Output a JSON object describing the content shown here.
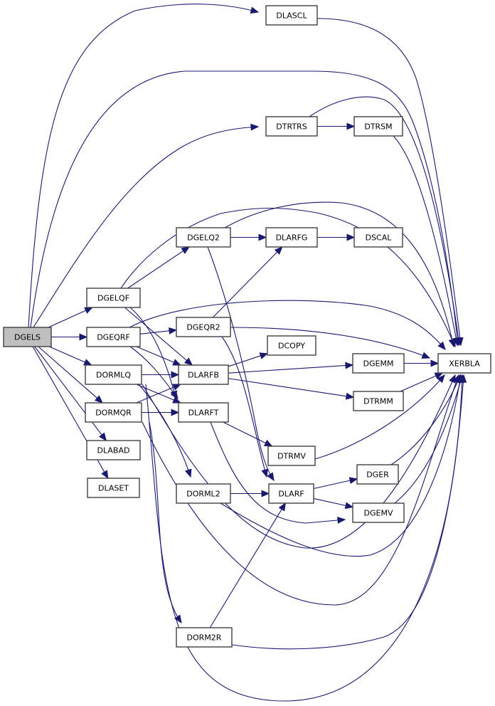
{
  "diagram": {
    "type": "call-graph",
    "root": "DGELS",
    "colors": {
      "edge": "#191970",
      "root_fill": "#bfbfbf",
      "node_fill": "#ffffff",
      "node_border": "#404040"
    },
    "nodes": [
      {
        "id": "DGELS",
        "label": "DGELS"
      },
      {
        "id": "DLASCL",
        "label": "DLASCL"
      },
      {
        "id": "DTRTRS",
        "label": "DTRTRS"
      },
      {
        "id": "DTRSM",
        "label": "DTRSM"
      },
      {
        "id": "DGELQ2",
        "label": "DGELQ2"
      },
      {
        "id": "DLARFG",
        "label": "DLARFG"
      },
      {
        "id": "DSCAL",
        "label": "DSCAL"
      },
      {
        "id": "DGELQF",
        "label": "DGELQF"
      },
      {
        "id": "DGEQRF",
        "label": "DGEQRF"
      },
      {
        "id": "DGEQR2",
        "label": "DGEQR2"
      },
      {
        "id": "DCOPY",
        "label": "DCOPY"
      },
      {
        "id": "DORMLQ",
        "label": "DORMLQ"
      },
      {
        "id": "DLARFB",
        "label": "DLARFB"
      },
      {
        "id": "DGEMM",
        "label": "DGEMM"
      },
      {
        "id": "XERBLA",
        "label": "XERBLA"
      },
      {
        "id": "DORMQR",
        "label": "DORMQR"
      },
      {
        "id": "DLARFT",
        "label": "DLARFT"
      },
      {
        "id": "DTRMM",
        "label": "DTRMM"
      },
      {
        "id": "DLABAD",
        "label": "DLABAD"
      },
      {
        "id": "DTRMV",
        "label": "DTRMV"
      },
      {
        "id": "DGER",
        "label": "DGER"
      },
      {
        "id": "DLASET",
        "label": "DLASET"
      },
      {
        "id": "DORML2",
        "label": "DORML2"
      },
      {
        "id": "DLARF",
        "label": "DLARF"
      },
      {
        "id": "DGEMV",
        "label": "DGEMV"
      },
      {
        "id": "DORM2R",
        "label": "DORM2R"
      }
    ],
    "edges": [
      [
        "DGELS",
        "DLASCL"
      ],
      [
        "DGELS",
        "XERBLA"
      ],
      [
        "DGELS",
        "DTRTRS"
      ],
      [
        "DGELS",
        "DGELQF"
      ],
      [
        "DGELS",
        "DGEQRF"
      ],
      [
        "DGELS",
        "DORMLQ"
      ],
      [
        "DGELS",
        "DORMQR"
      ],
      [
        "DGELS",
        "DLABAD"
      ],
      [
        "DGELS",
        "DLASET"
      ],
      [
        "DLASCL",
        "XERBLA"
      ],
      [
        "DTRTRS",
        "DTRSM"
      ],
      [
        "DTRTRS",
        "XERBLA"
      ],
      [
        "DTRSM",
        "XERBLA"
      ],
      [
        "DGELQF",
        "DGELQ2"
      ],
      [
        "DGELQF",
        "XERBLA"
      ],
      [
        "DGELQF",
        "DLARFB"
      ],
      [
        "DGELQF",
        "DLARFT"
      ],
      [
        "DGELQ2",
        "DLARFG"
      ],
      [
        "DGELQ2",
        "XERBLA"
      ],
      [
        "DGELQ2",
        "DLARF"
      ],
      [
        "DLARFG",
        "DSCAL"
      ],
      [
        "DGEQRF",
        "DGEQR2"
      ],
      [
        "DGEQRF",
        "XERBLA"
      ],
      [
        "DGEQRF",
        "DLARFB"
      ],
      [
        "DGEQRF",
        "DLARFT"
      ],
      [
        "DGEQR2",
        "DLARFG"
      ],
      [
        "DGEQR2",
        "XERBLA"
      ],
      [
        "DGEQR2",
        "DLARF"
      ],
      [
        "DORMLQ",
        "DLARFB"
      ],
      [
        "DORMLQ",
        "DLARFT"
      ],
      [
        "DORMLQ",
        "DORML2"
      ],
      [
        "DORMLQ",
        "XERBLA"
      ],
      [
        "DORMQR",
        "DLARFB"
      ],
      [
        "DORMQR",
        "DLARFT"
      ],
      [
        "DORMQR",
        "DORM2R"
      ],
      [
        "DORMQR",
        "XERBLA"
      ],
      [
        "DLARFB",
        "DCOPY"
      ],
      [
        "DLARFB",
        "DGEMM"
      ],
      [
        "DLARFB",
        "DTRMM"
      ],
      [
        "DGEMM",
        "XERBLA"
      ],
      [
        "DTRMM",
        "XERBLA"
      ],
      [
        "DLARFT",
        "DTRMV"
      ],
      [
        "DLARFT",
        "DGEMV"
      ],
      [
        "DTRMV",
        "XERBLA"
      ],
      [
        "DORML2",
        "DLARF"
      ],
      [
        "DORML2",
        "XERBLA"
      ],
      [
        "DLARF",
        "DGER"
      ],
      [
        "DLARF",
        "DGEMV"
      ],
      [
        "DGER",
        "XERBLA"
      ],
      [
        "DGEMV",
        "XERBLA"
      ],
      [
        "DORM2R",
        "DLARF"
      ],
      [
        "DORM2R",
        "XERBLA"
      ]
    ]
  }
}
